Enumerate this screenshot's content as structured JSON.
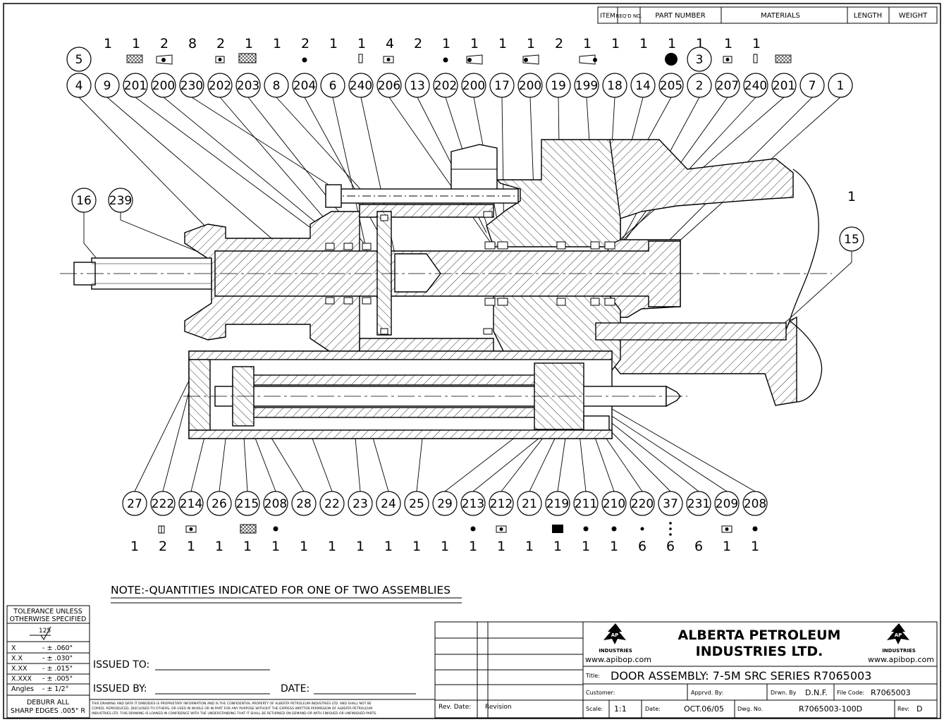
{
  "table_header": {
    "item": "ITEM",
    "reqd": "REQ'D NO.",
    "part_number": "PART NUMBER",
    "materials": "MATERIALS",
    "length": "LENGTH",
    "weight": "WEIGHT"
  },
  "top_qty": [
    "1",
    "1",
    "2",
    "8",
    "2",
    "1",
    "1",
    "2",
    "1",
    "1",
    "4",
    "2",
    "1",
    "1",
    "1",
    "1",
    "2",
    "1",
    "1",
    "1",
    "1",
    "1",
    "1",
    "1"
  ],
  "top_balloons_upper": [
    "5",
    "3"
  ],
  "top_balloons": [
    "4",
    "9",
    "201",
    "200",
    "230",
    "202",
    "203",
    "8",
    "204",
    "6",
    "240",
    "206",
    "13",
    "202",
    "200",
    "17",
    "200",
    "19",
    "199",
    "18",
    "14",
    "205",
    "2",
    "207",
    "240",
    "201",
    "7",
    "1"
  ],
  "side_balloons": [
    "16",
    "239",
    "15"
  ],
  "item_1_label": "1",
  "bottom_balloons": [
    "27",
    "222",
    "214",
    "26",
    "215",
    "208",
    "28",
    "22",
    "23",
    "24",
    "25",
    "29",
    "213",
    "212",
    "21",
    "219",
    "211",
    "210",
    "220",
    "37",
    "231",
    "209",
    "208"
  ],
  "bottom_qty": [
    "1",
    "2",
    "1",
    "1",
    "1",
    "1",
    "1",
    "1",
    "1",
    "1",
    "1",
    "1",
    "1",
    "1",
    "1",
    "1",
    "1",
    "1",
    "6",
    "6",
    "6",
    "1",
    "1"
  ],
  "note": "NOTE:-QUANTITIES INDICATED FOR ONE OF TWO ASSEMBLIES",
  "tolerance": {
    "title_line1": "TOLERANCE UNLESS",
    "title_line2": "OTHERWISE SPECIFIED",
    "finish": "125",
    "rows": [
      [
        "X",
        "- ± .060\""
      ],
      [
        "X.X",
        "- ± .030\""
      ],
      [
        "X.XX",
        "- ± .015\""
      ],
      [
        "X.XXX",
        "- ± .005\""
      ],
      [
        "Angles",
        "- ± 1/2°"
      ]
    ],
    "deburr_line1": "DEBURR ALL",
    "deburr_line2": "SHARP EDGES .005\" R"
  },
  "issued_to": "ISSUED TO:",
  "issued_by": "ISSUED BY:",
  "date_label": "DATE:",
  "disclaimer_1": "THIS DRAWING AND DATA IT EMBODIES IS PROPRIETARY INFORMATION AND IS THE CONFIDENTIAL PROPERTY OF ALBERTA PETROLEUM INDUSTRIES LTD. AND SHALL NOT BE",
  "disclaimer_2": "COPIED, REPRODUCED, DISCLOSED TO OTHERS, OR USED IN WHOLE OR IN PART FOR ANY PURPOSE WITHOUT THE EXPRESS WRITTEN PERMISSION OF ALBERTA PETROLEUM",
  "disclaimer_3": "INDUSTRIES LTD. THIS DRAWING IS LOANED IN CONFIDENCE WITH THE UNDERSTANDING THAT IT SHALL BE RETURNED ON DEMAND OR WITH FINISHED OR UNFINISHED PARTS.",
  "rev_date_label": "Rev. Date:",
  "revision_label": "Revision",
  "company_line1": "ALBERTA PETROLEUM",
  "company_line2": "INDUSTRIES LTD.",
  "logo_text": "INDUSTRIES",
  "logo_letters": "AP",
  "website": "www.apibop.com",
  "title_label": "Title:",
  "title_value": "DOOR ASSEMBLY: 7-5M SRC SERIES R7065003",
  "customer_label": "Customer:",
  "apprvd_label": "Apprvd. By:",
  "drwn_label": "Drwn. By",
  "drwn_value": "D.N.F.",
  "file_code_label": "File Code:",
  "file_code_value": "R7065003",
  "scale_label": "Scale:",
  "scale_value": "1:1",
  "date2_label": "Date:",
  "date2_value": "OCT.06/05",
  "dwg_label": "Dwg. No.",
  "dwg_value": "R7065003-100D",
  "rev_label": "Rev:",
  "rev_value": "D"
}
